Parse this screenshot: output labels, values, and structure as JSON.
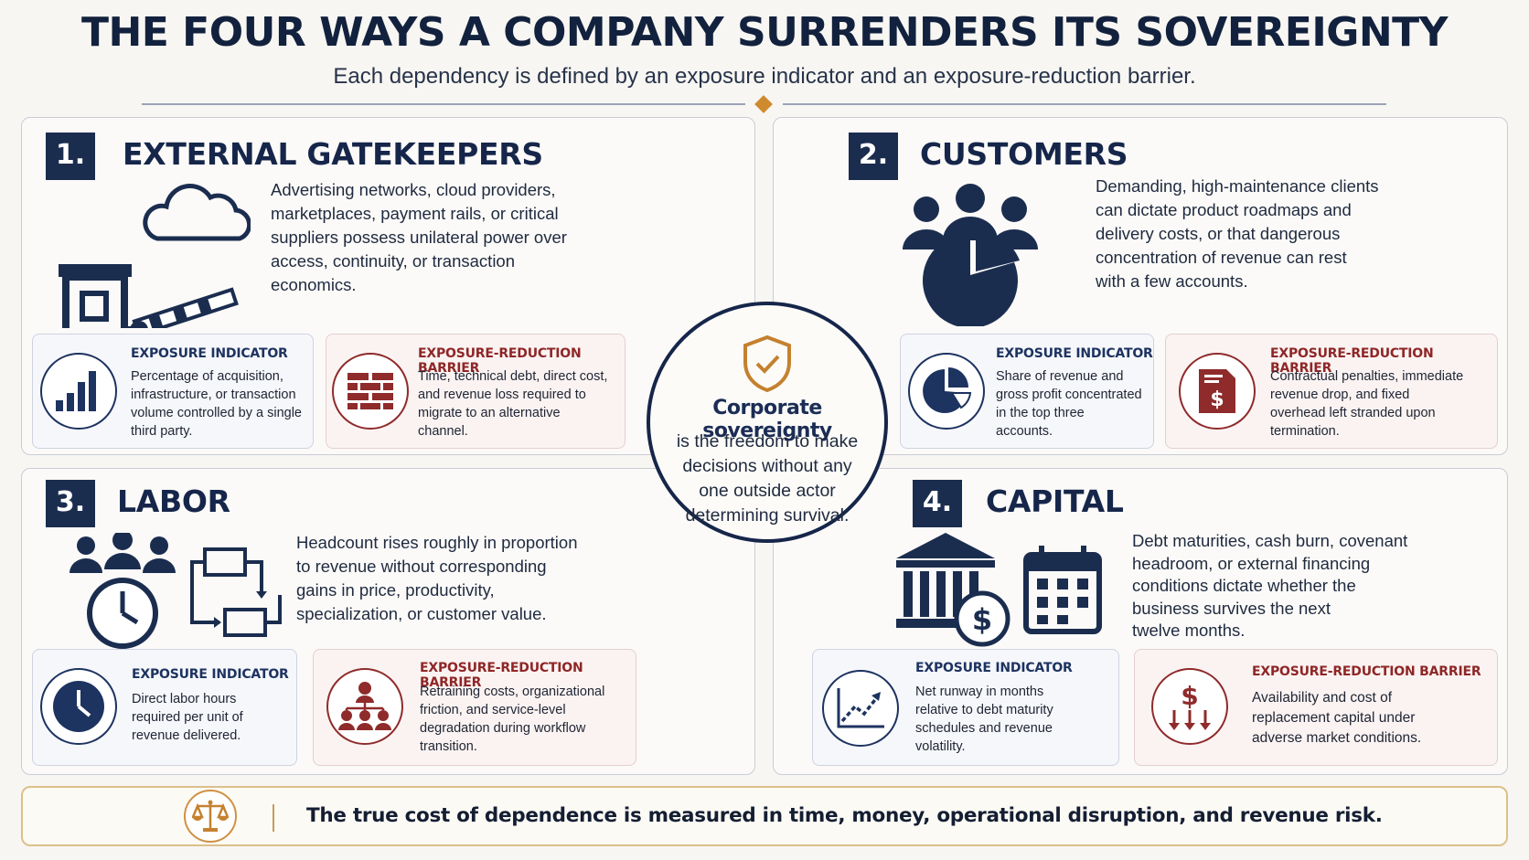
{
  "header": {
    "title": "THE FOUR WAYS A COMPANY SURRENDERS ITS SOVEREIGNTY",
    "subtitle": "Each dependency is defined by an exposure indicator and an exposure-reduction barrier."
  },
  "colors": {
    "navy": "#1b2d4f",
    "red_accent": "#8f2626",
    "gold_accent": "#d08a2e"
  },
  "panels": [
    {
      "number": "1.",
      "title": "EXTERNAL GATEKEEPERS",
      "icon": "tollgate-cloud-icon",
      "description": [
        "Advertising networks, cloud providers,",
        "marketplaces, payment rails, or critical",
        "suppliers possess unilateral power over",
        "access, continuity, or transaction",
        "economics."
      ],
      "indicator": {
        "label": "EXPOSURE INDICATOR",
        "icon": "bar-chart-icon",
        "text": [
          "Percentage of acquisition,",
          "infrastructure, or transaction",
          "volume controlled by a single",
          "third party."
        ]
      },
      "barrier": {
        "label": "EXPOSURE-REDUCTION BARRIER",
        "icon": "brick-wall-icon",
        "text": [
          "Time, technical debt, direct cost,",
          "and revenue loss required to",
          "migrate to an alternative",
          "channel."
        ]
      }
    },
    {
      "number": "2.",
      "title": "CUSTOMERS",
      "icon": "customers-pie-icon",
      "description": [
        "Demanding, high-maintenance clients",
        "can dictate product roadmaps and",
        "delivery costs, or that dangerous",
        "concentration of revenue can rest",
        "with a few accounts."
      ],
      "indicator": {
        "label": "EXPOSURE INDICATOR",
        "icon": "pie-chart-icon",
        "text": [
          "Share of revenue and",
          "gross profit concentrated",
          "in the top three",
          "accounts."
        ]
      },
      "barrier": {
        "label": "EXPOSURE-REDUCTION BARRIER",
        "icon": "contract-dollar-icon",
        "text": [
          "Contractual penalties, immediate",
          "revenue drop, and fixed",
          "overhead left stranded upon",
          "termination."
        ]
      }
    },
    {
      "number": "3.",
      "title": "LABOR",
      "icon": "workers-clock-workflow-icon",
      "description": [
        "Headcount rises roughly in proportion",
        "to revenue without corresponding",
        "gains in price, productivity,",
        "specialization, or customer value."
      ],
      "indicator": {
        "label": "EXPOSURE INDICATOR",
        "icon": "clock-icon",
        "text": [
          "Direct labor hours",
          "required per unit of",
          "revenue delivered."
        ]
      },
      "barrier": {
        "label": "EXPOSURE-REDUCTION BARRIER",
        "icon": "org-chart-icon",
        "text": [
          "Retraining costs, organizational",
          "friction, and service-level",
          "degradation during workflow",
          "transition."
        ]
      }
    },
    {
      "number": "4.",
      "title": "CAPITAL",
      "icon": "bank-calendar-icon",
      "description": [
        "Debt maturities, cash burn, covenant",
        "headroom, or external financing",
        "conditions dictate whether the",
        "business survives the next",
        "twelve months."
      ],
      "indicator": {
        "label": "EXPOSURE INDICATOR",
        "icon": "trend-line-icon",
        "text": [
          "Net runway in months",
          "relative to debt maturity",
          "schedules and revenue",
          "volatility."
        ]
      },
      "barrier": {
        "label": "EXPOSURE-REDUCTION BARRIER",
        "icon": "dollar-down-arrows-icon",
        "text": [
          "Availability and cost of",
          "replacement capital under",
          "adverse market conditions."
        ]
      }
    }
  ],
  "center": {
    "icon": "shield-check-icon",
    "title": "Corporate sovereignty",
    "text": [
      "is the freedom to make",
      "decisions without any",
      "one outside actor",
      "determining survival."
    ]
  },
  "footer": {
    "icon": "scales-icon",
    "text": "The true cost of dependence is measured in time, money, operational disruption, and revenue risk."
  }
}
